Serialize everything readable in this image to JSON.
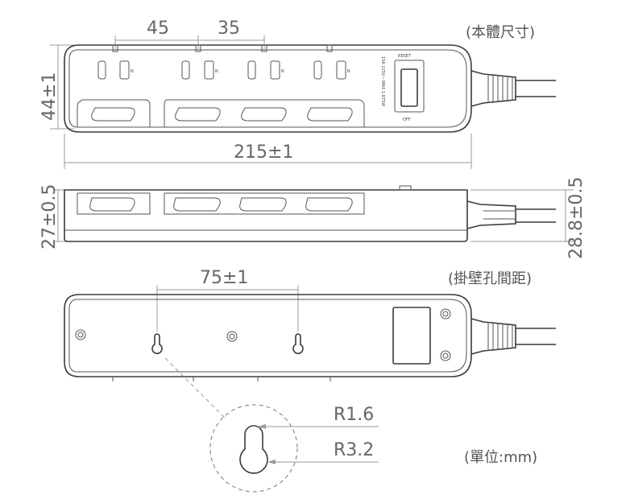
{
  "captions": {
    "body_size": "(本體尺寸)",
    "hole_spacing": "(掛壁孔間距)",
    "unit": "(單位:mm)"
  },
  "dimensions": {
    "spacing_45": "45",
    "spacing_35": "35",
    "height_44": "44±1",
    "length_215": "215±1",
    "side_27": "27±0.5",
    "side_28_8": "28.8±0.5",
    "hole_75": "75±1",
    "radius_small": "R1.6",
    "radius_large": "R3.2"
  },
  "labels": {
    "reset": "RESET",
    "off": "OFF",
    "rating": "15A 125V~ MAX 1,875W"
  },
  "colors": {
    "outline": "#3a3a3a",
    "dimension": "#999999",
    "text": "#666666"
  }
}
